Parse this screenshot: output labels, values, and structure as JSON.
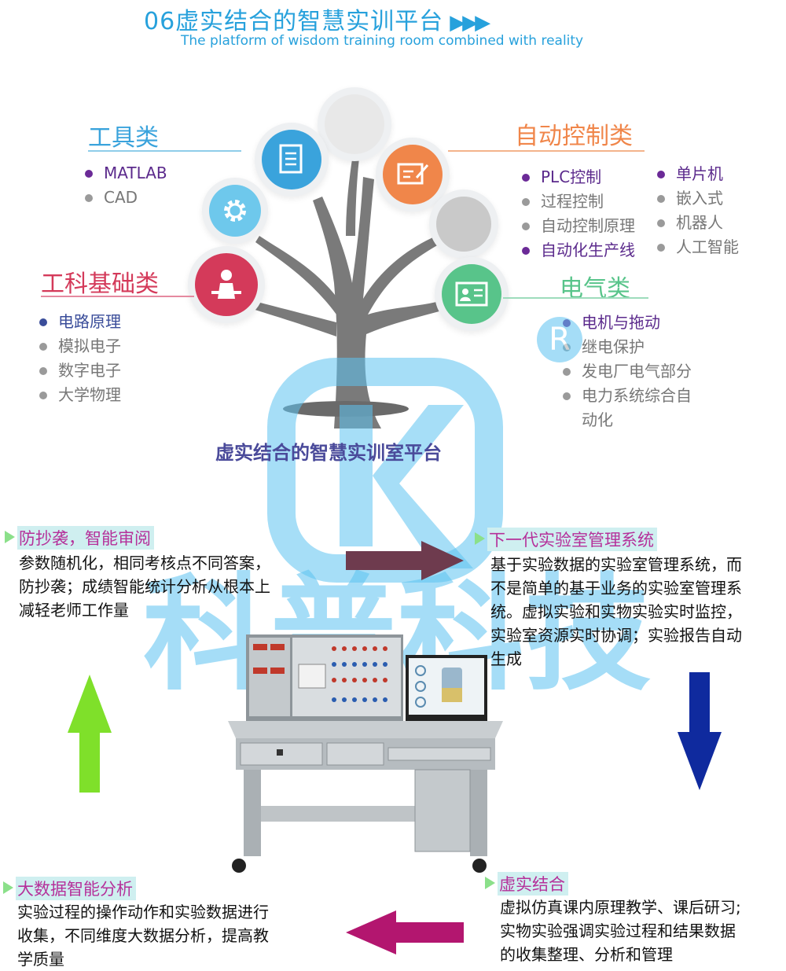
{
  "header": {
    "title": "06虚实结合的智慧实训平台",
    "subtitle": "The platform of wisdom training room combined with reality"
  },
  "categories": {
    "tools": {
      "label": "工具类",
      "items": [
        "MATLAB",
        "CAD"
      ]
    },
    "auto_control": {
      "label": "自动控制类",
      "items_col1": [
        "PLC控制",
        "过程控制",
        "自动控制原理",
        "自动化生产线"
      ],
      "items_col2": [
        "单片机",
        "嵌入式",
        "机器人",
        "人工智能"
      ]
    },
    "engineering": {
      "label": "工科基础类",
      "items": [
        "电路原理",
        "模拟电子",
        "数字电子",
        "大学物理"
      ]
    },
    "electrical": {
      "label": "电气类",
      "items": [
        "电机与拖动",
        "继电保护",
        "发电厂电气部分",
        "电力系统综合自",
        "动化"
      ]
    }
  },
  "center_caption": "虚实结合的智慧实训室平台",
  "sections": {
    "anti_plagiarism": {
      "heading": "防抄袭，智能审阅",
      "lines": [
        "参数随机化，相同考核点不同答案，",
        "防抄袭；成绩智能统计分析从根本上",
        "减轻老师工作量"
      ]
    },
    "lab_mgmt": {
      "heading": "下一代实验室管理系统",
      "lines": [
        "基于实验数据的实验室管理系统，而",
        "不是简单的基于业务的实验室管理系",
        "统。虚拟实验和实物实验实时监控，",
        "实验室资源实时协调；实验报告自动",
        "生成"
      ]
    },
    "big_data": {
      "heading": "大数据智能分析",
      "lines": [
        "实验过程的操作动作和实验数据进行",
        "收集，不同维度大数据分析，提高教",
        "学质量"
      ]
    },
    "virtual_real": {
      "heading": "虚实结合",
      "lines": [
        "虚拟仿真课内原理教学、课后研习;",
        "实物实验强调实验过程和结果数据",
        "的收集整理、分析和管理"
      ]
    }
  },
  "watermark": {
    "letter": "K",
    "badge": "R",
    "text": "科普科技"
  },
  "colors": {
    "accent": "#27a1dc",
    "tools": "#3aa3dc",
    "auto": "#f0864a",
    "engineering": "#d43a5a",
    "electrical": "#58c48a",
    "arrow_right": "#6e3b4e",
    "arrow_down": "#0f2a9e",
    "arrow_up": "#7fe02a",
    "arrow_left": "#b3166f"
  },
  "icons": [
    "document-icon",
    "gear-icon",
    "edit-board-icon",
    "presenter-icon",
    "id-card-icon"
  ]
}
